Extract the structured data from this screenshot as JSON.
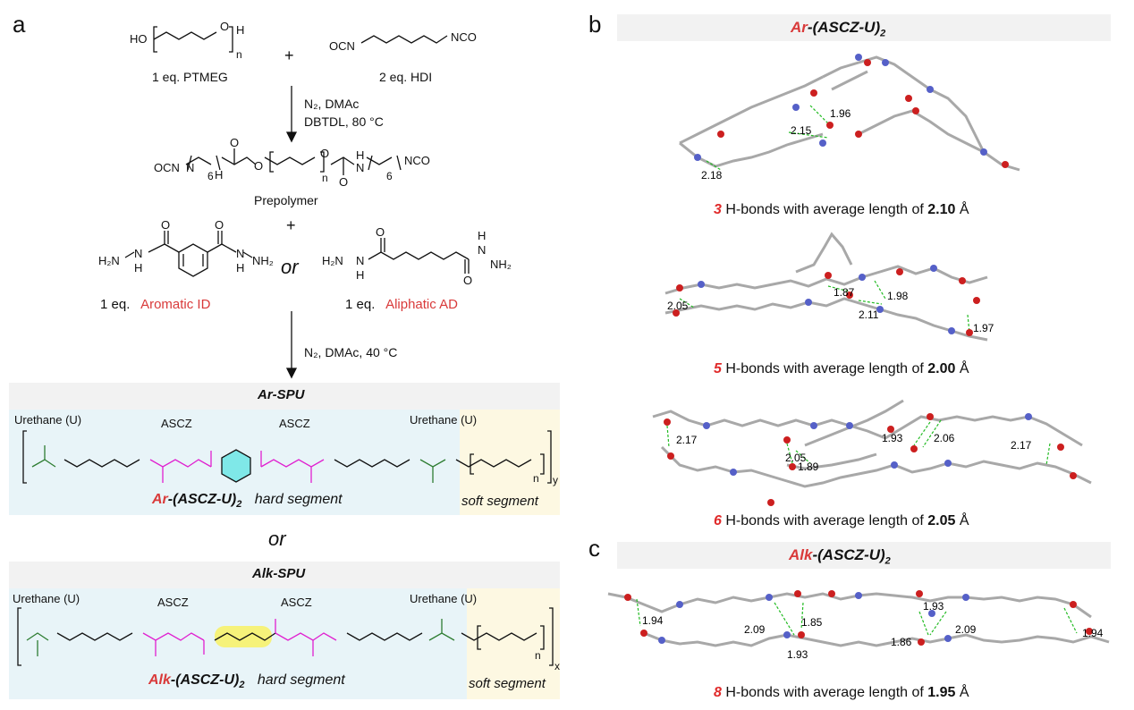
{
  "panels": {
    "a": "a",
    "b": "b",
    "c": "c"
  },
  "reactants": {
    "ptmeg_ho": "HO",
    "ptmeg_h": "H",
    "ptmeg_o": "O",
    "ptmeg_n": "n",
    "ptmeg_label": "1 eq. PTMEG",
    "plus1": "+",
    "hdi_left": "OCN",
    "hdi_right": "NCO",
    "hdi_label": "2 eq. HDI"
  },
  "step1": {
    "line1": "N₂, DMAc",
    "line2": "DBTDL, 80 °C"
  },
  "prepolymer": {
    "left": "OCN",
    "n_left": "N",
    "h_left": "H",
    "sub6a": "6",
    "o1": "O",
    "o2": "O",
    "o3": "O",
    "o4": "O",
    "n": "n",
    "h_right": "H",
    "n_right": "N",
    "sub6b": "6",
    "right": "NCO",
    "label": "Prepolymer"
  },
  "plus2": "+",
  "hydrazides": {
    "aromatic": {
      "h2n": "H₂N",
      "n1": "N",
      "h1": "H",
      "o1": "O",
      "o2": "O",
      "n2": "N",
      "h2": "H",
      "nh2": "NH₂",
      "prefix": "1 eq.",
      "name": "Aromatic ID"
    },
    "or": "or",
    "aliphatic": {
      "h2n": "H₂N",
      "n1": "N",
      "h1": "H",
      "o1": "O",
      "o2": "O",
      "n2": "N",
      "h2": "H",
      "nh2": "NH₂",
      "prefix": "1 eq.",
      "name": "Aliphatic AD"
    }
  },
  "step2": {
    "line1": "N₂, DMAc, 40 °C"
  },
  "ar_spu": {
    "title": "Ar-SPU",
    "urethane_left": "Urethane (U)",
    "ascz1": "ASCZ",
    "ascz2": "ASCZ",
    "urethane_right": "Urethane (U)",
    "sub_y": "y",
    "sub_n": "n",
    "hard_prefix": "Ar",
    "hard_name": "-(ASCZ-U)",
    "hard_sub": "2",
    "hard_label": "hard segment",
    "soft_label": "soft segment"
  },
  "or_middle": "or",
  "alk_spu": {
    "title": "Alk-SPU",
    "urethane_left": "Urethane (U)",
    "ascz1": "ASCZ",
    "ascz2": "ASCZ",
    "urethane_right": "Urethane (U)",
    "sub_x": "x",
    "sub_n": "n",
    "hard_prefix": "Alk",
    "hard_name": "-(ASCZ-U)",
    "hard_sub": "2",
    "hard_label": "hard segment",
    "soft_label": "soft segment"
  },
  "panel_b": {
    "header_prefix": "Ar",
    "header_name": "-(ASCZ-U)",
    "header_sub": "2",
    "model1": {
      "labels": [
        "1.96",
        "2.15",
        "2.18"
      ],
      "count": "3",
      "text": "H-bonds with average length of",
      "avg": "2.10",
      "unit": "Å"
    },
    "model2": {
      "labels": [
        "1.87",
        "1.98",
        "2.05",
        "2.11",
        "1.97"
      ],
      "count": "5",
      "text": "H-bonds with average length of",
      "avg": "2.00",
      "unit": "Å"
    },
    "model3": {
      "labels": [
        "2.17",
        "1.93",
        "2.06",
        "2.17",
        "2.05",
        "1.89"
      ],
      "count": "6",
      "text": "H-bonds with average length of",
      "avg": "2.05",
      "unit": "Å"
    }
  },
  "panel_c": {
    "header_prefix": "Alk",
    "header_name": "-(ASCZ-U)",
    "header_sub": "2",
    "model": {
      "labels": [
        "1.93",
        "1.94",
        "2.09",
        "1.85",
        "1.86",
        "2.09",
        "1.94",
        "1.93"
      ],
      "count": "8",
      "text": "H-bonds with average length of",
      "avg": "1.95",
      "unit": "Å"
    }
  },
  "colors": {
    "red": "#d93a3a",
    "green": "#2e7d32",
    "magenta": "#e020d0",
    "carbon": "#b8b8b8",
    "oxygen": "#cc1f1f",
    "nitrogen": "#5560c8",
    "hbond": "#22bb22"
  }
}
